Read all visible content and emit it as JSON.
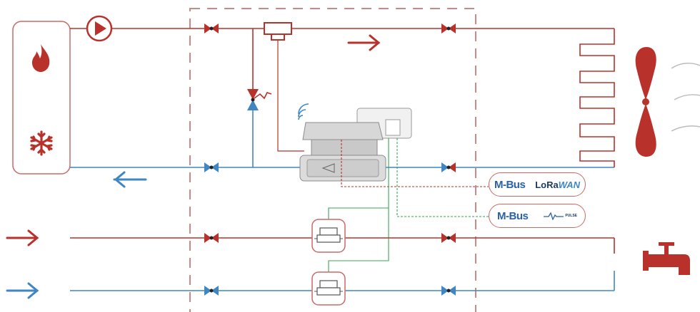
{
  "badges": {
    "top": {
      "left": "M-Bus",
      "right_prefix": "LoRa",
      "right_suffix": "WAN"
    },
    "bottom": {
      "left": "M-Bus",
      "right": "PULSE"
    }
  },
  "colors": {
    "hot": "#b8322b",
    "cold": "#3f86c3",
    "dashed": "#c98a86",
    "comm_red": "#b8322b",
    "comm_green": "#3aa655"
  }
}
